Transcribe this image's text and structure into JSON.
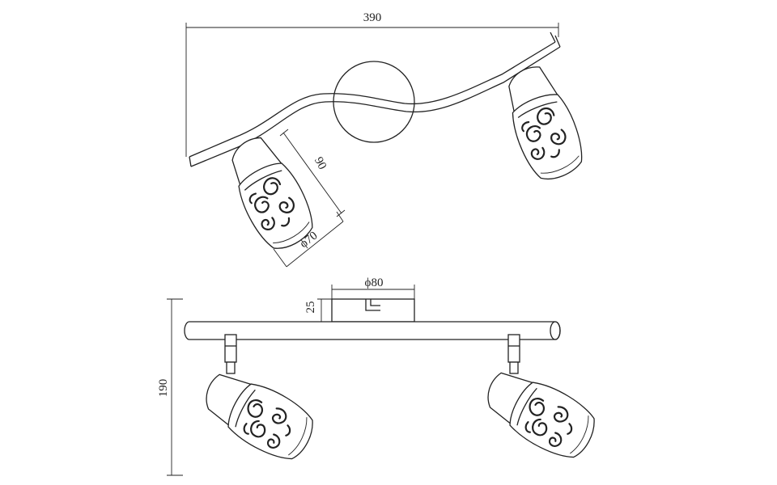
{
  "drawing": {
    "dims": {
      "total_width": "390",
      "shade_height": "90",
      "shade_diameter": "ϕ70",
      "base_diameter": "ϕ80",
      "base_depth": "25",
      "total_height": "190"
    }
  }
}
